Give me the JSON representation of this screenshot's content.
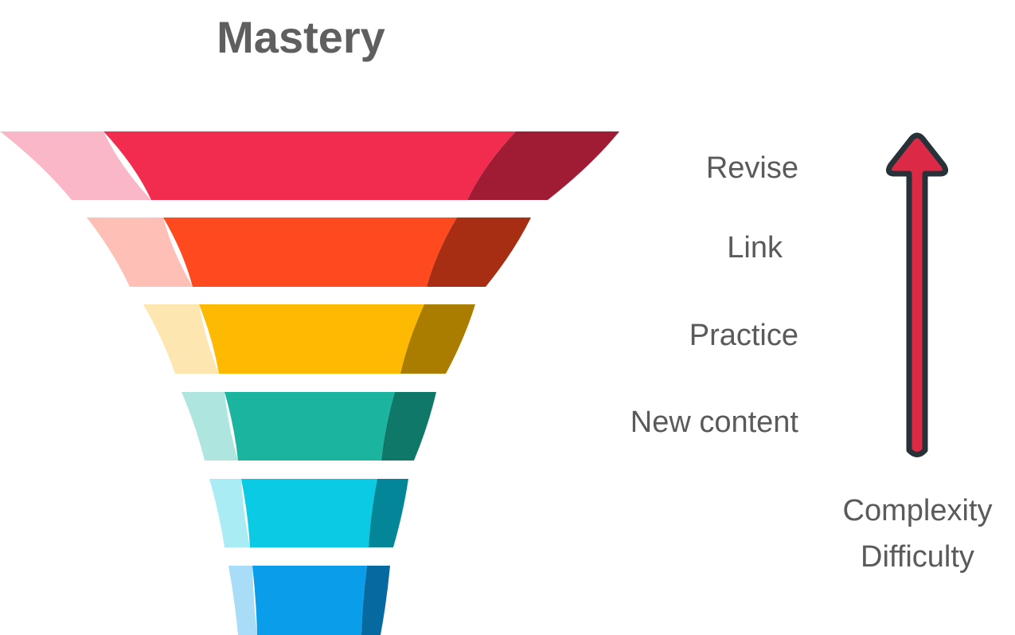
{
  "title": "Mastery",
  "levels": [
    {
      "label": "Revise",
      "colors": {
        "light": "#f9b7c7",
        "main": "#f12c4f",
        "dark": "#a01c35"
      }
    },
    {
      "label": "Link",
      "colors": {
        "light": "#fec0b6",
        "main": "#ff4a1f",
        "dark": "#a72d13"
      }
    },
    {
      "label": "Practice",
      "colors": {
        "light": "#fde6af",
        "main": "#feb902",
        "dark": "#aa7d00"
      }
    },
    {
      "label": "New content",
      "colors": {
        "light": "#aee5de",
        "main": "#1bb59f",
        "dark": "#107868"
      }
    },
    {
      "label": "",
      "colors": {
        "light": "#a9ecf4",
        "main": "#0acbe3",
        "dark": "#038798"
      }
    },
    {
      "label": "",
      "colors": {
        "light": "#a9dcf7",
        "main": "#0a9eea",
        "dark": "#066aa0"
      }
    }
  ],
  "arrow": {
    "fill": "#dc2a46",
    "stroke": "#263238"
  },
  "axis_labels": [
    "Complexity",
    "Difficulty"
  ]
}
